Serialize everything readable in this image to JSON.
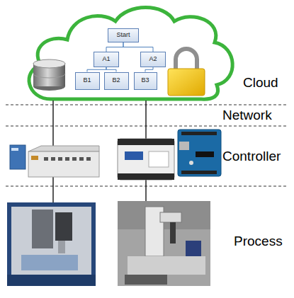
{
  "diagram": {
    "nodes": [
      {
        "text": [
          "Start"
        ]
      },
      {
        "text": [
          "A1"
        ]
      },
      {
        "text": [
          "A2"
        ]
      },
      {
        "text": [
          "B1"
        ]
      },
      {
        "text": [
          "B2"
        ]
      },
      {
        "text": [
          "B3"
        ]
      }
    ],
    "edges": [
      {
        "from": 0,
        "to": 1,
        "arrow": "none"
      },
      {
        "from": 0,
        "to": 2,
        "arrow": "none"
      },
      {
        "from": 1,
        "to": 3,
        "arrow": "none"
      },
      {
        "from": 1,
        "to": 4,
        "arrow": "none"
      },
      {
        "from": 2,
        "to": 5,
        "arrow": "none"
      }
    ],
    "labels": [
      "Cloud",
      "Network",
      "Controller",
      "Process"
    ]
  }
}
